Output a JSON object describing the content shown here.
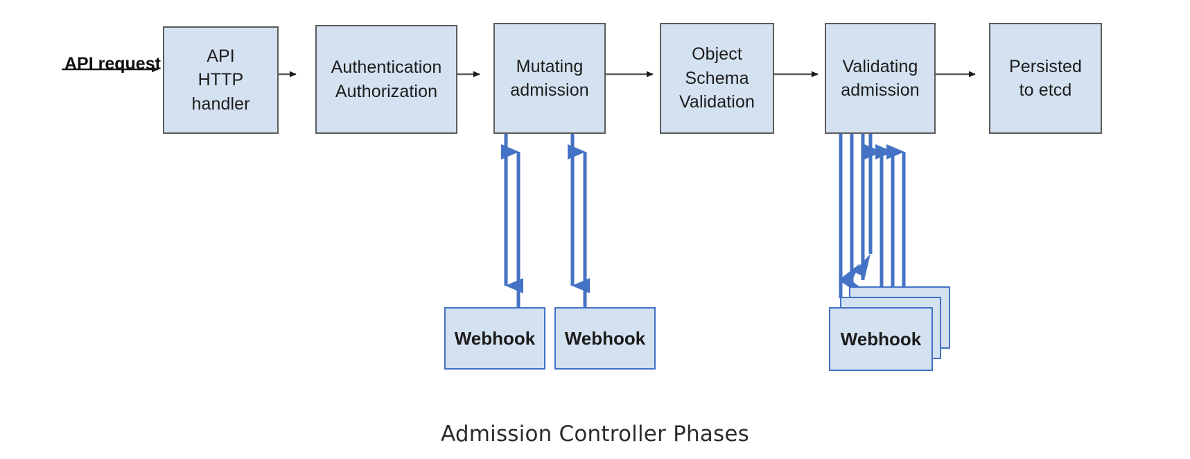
{
  "figure": {
    "caption": "Admission Controller Phases",
    "entry_label": "API request",
    "colors": {
      "box_fill": "#d4e1f0",
      "box_border": "#5c5c5c",
      "webhook_border": "#4472c4",
      "arrow_black": "#1a1a1a",
      "arrow_blue": "#4472c4",
      "background": "#ffffff",
      "text": "#1c1c1c"
    }
  },
  "phases": [
    {
      "id": "api-http-handler",
      "lines": [
        "API",
        "HTTP",
        "handler"
      ]
    },
    {
      "id": "authn-authz",
      "lines": [
        "Authentication",
        "Authorization"
      ]
    },
    {
      "id": "mutating-admission",
      "lines": [
        "Mutating",
        "admission"
      ]
    },
    {
      "id": "object-schema-validation",
      "lines": [
        "Object",
        "Schema",
        "Validation"
      ]
    },
    {
      "id": "validating-admission",
      "lines": [
        "Validating",
        "admission"
      ]
    },
    {
      "id": "persisted-to-etcd",
      "lines": [
        "Persisted",
        "to etcd"
      ]
    }
  ],
  "webhooks": [
    {
      "id": "mutating-webhook-1",
      "label": "Webhook",
      "attached_to": "mutating-admission"
    },
    {
      "id": "mutating-webhook-2",
      "label": "Webhook",
      "attached_to": "mutating-admission"
    },
    {
      "id": "validating-webhook-stack",
      "label": "Webhook",
      "attached_to": "validating-admission",
      "stack_count": 3
    }
  ],
  "flow_arrows": [
    {
      "from": "api-request",
      "to": "api-http-handler"
    },
    {
      "from": "api-http-handler",
      "to": "authn-authz"
    },
    {
      "from": "authn-authz",
      "to": "mutating-admission"
    },
    {
      "from": "mutating-admission",
      "to": "object-schema-validation"
    },
    {
      "from": "object-schema-validation",
      "to": "validating-admission"
    },
    {
      "from": "validating-admission",
      "to": "persisted-to-etcd"
    }
  ],
  "webhook_arrows": [
    {
      "direction": "down",
      "from": "mutating-admission",
      "to": "mutating-webhook-1"
    },
    {
      "direction": "up",
      "from": "mutating-webhook-1",
      "to": "mutating-admission"
    },
    {
      "direction": "down",
      "from": "mutating-admission",
      "to": "mutating-webhook-2"
    },
    {
      "direction": "up",
      "from": "mutating-webhook-2",
      "to": "mutating-admission"
    },
    {
      "direction": "down",
      "from": "validating-admission",
      "to": "validating-webhook-stack"
    },
    {
      "direction": "up",
      "from": "validating-webhook-stack",
      "to": "validating-admission"
    }
  ]
}
